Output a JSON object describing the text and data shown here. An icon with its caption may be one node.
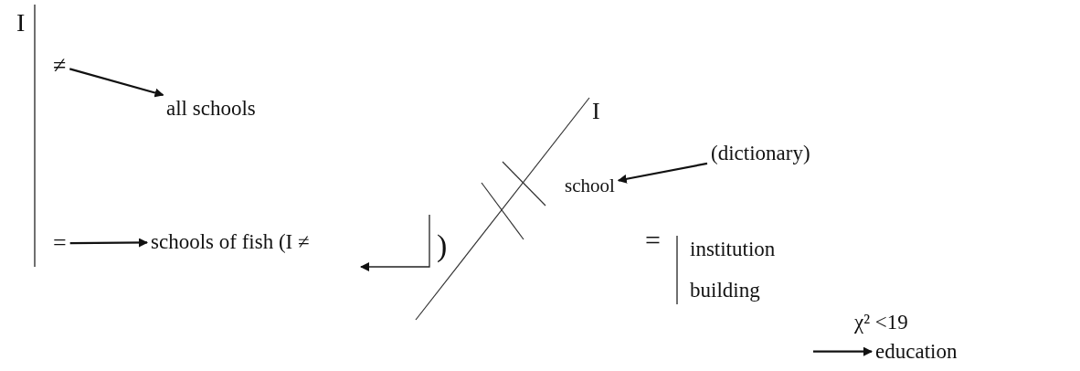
{
  "diagram": {
    "nodes": [
      {
        "text": [
          "I"
        ]
      },
      {
        "text": [
          "≠"
        ]
      },
      {
        "text": [
          "all schools"
        ]
      },
      {
        "text": [
          "="
        ]
      },
      {
        "text": [
          "schools of fish (I ≠"
        ]
      },
      {
        "text": [
          "I"
        ]
      },
      {
        "text": [
          "school"
        ]
      },
      {
        "text": [
          "(dictionary)"
        ]
      },
      {
        "text": [
          "="
        ]
      },
      {
        "text": [
          "institution"
        ]
      },
      {
        "text": [
          "building"
        ]
      },
      {
        "text": [
          "χ² <19"
        ]
      },
      {
        "text": [
          "education"
        ]
      }
    ],
    "edges": [
      {
        "from": 1,
        "to": 2,
        "arrow": "to"
      },
      {
        "from": 3,
        "to": 4,
        "arrow": "to"
      },
      {
        "from": 7,
        "to": 6,
        "arrow": "to"
      },
      {
        "from": null,
        "to": 12,
        "arrow": "to"
      }
    ],
    "labels": [
      ")"
    ]
  }
}
